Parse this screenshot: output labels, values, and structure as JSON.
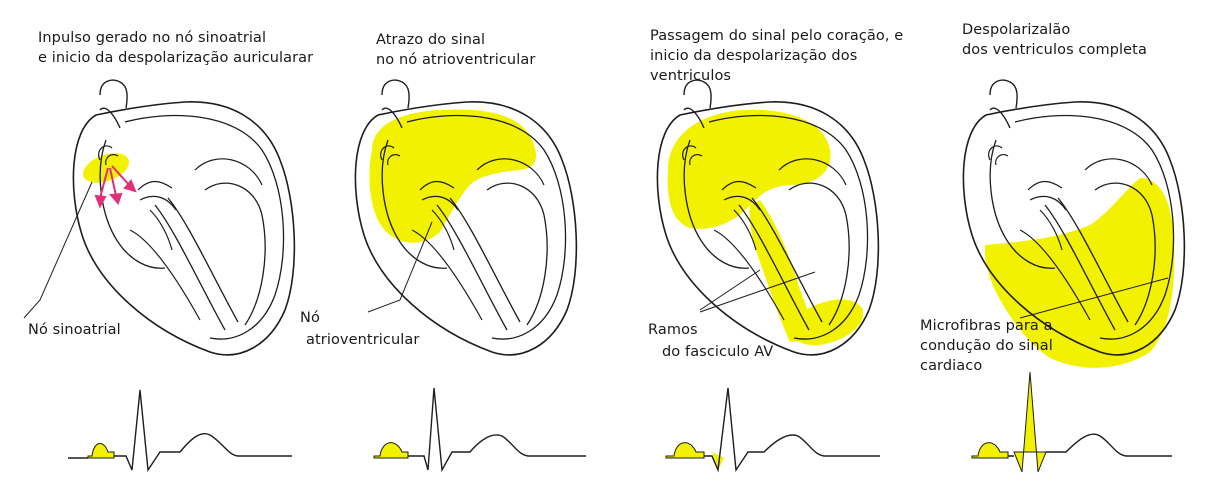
{
  "colors": {
    "highlight": "#f2f200",
    "outline": "#1e1e1e",
    "arrows": "#e0307a",
    "background": "#ffffff"
  },
  "stages": [
    {
      "caption_line1": "Inpulso gerado no nó sinoatrial",
      "caption_line2": "e inicio da despolarização auricularar",
      "labels": [
        "Nó sinoatrial"
      ]
    },
    {
      "caption_line1": "Atrazo do sinal",
      "caption_line2": "no nó atrioventricular",
      "labels": [
        "Nó",
        "atrioventricular"
      ]
    },
    {
      "caption_line1": "Passagem do sinal pelo coração, e",
      "caption_line2": "inicio da despolarização dos",
      "caption_line3": "ventriculos",
      "labels": [
        "Ramos",
        "do fasciculo AV"
      ]
    },
    {
      "caption_line1": "Despolarizalão",
      "caption_line2": "dos ventriculos completa",
      "labels": [
        "Microfibras para a",
        "condução do sinal",
        "cardiaco"
      ]
    }
  ]
}
